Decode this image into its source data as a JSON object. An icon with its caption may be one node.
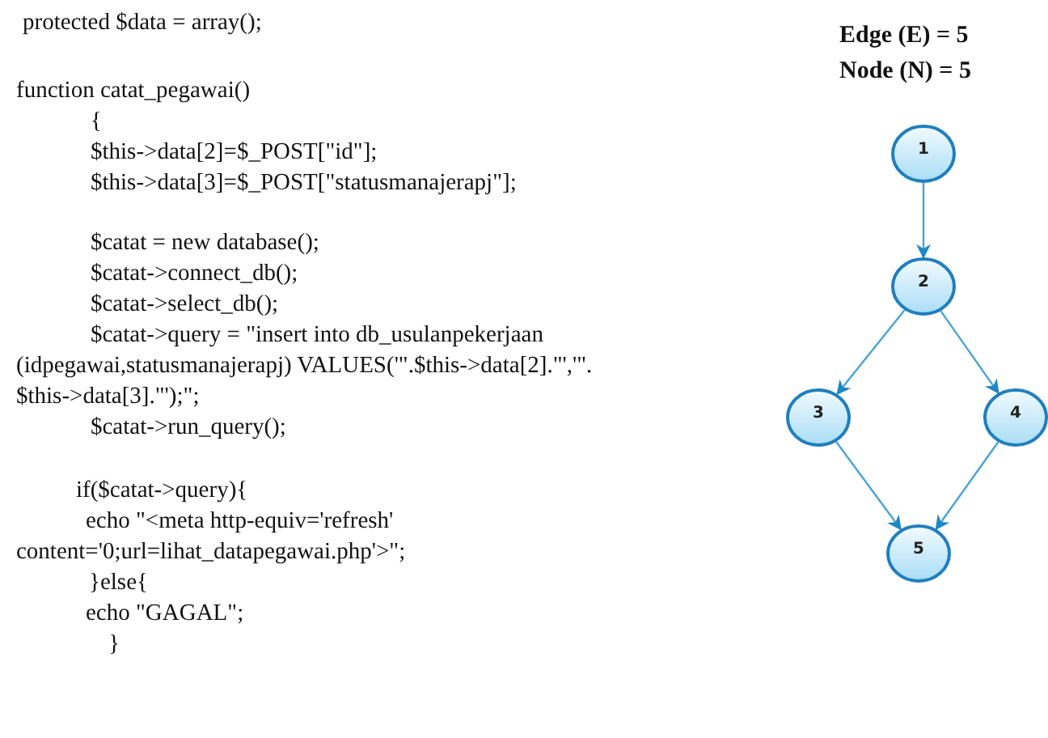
{
  "diagram": {
    "nodes": [
      {
        "text": [
          "1"
        ]
      },
      {
        "text": [
          "2"
        ]
      },
      {
        "text": [
          "3"
        ]
      },
      {
        "text": [
          "4"
        ]
      },
      {
        "text": [
          "5"
        ]
      }
    ],
    "edges": [
      {
        "from": 0,
        "to": 1,
        "arrow": "to"
      },
      {
        "from": 1,
        "to": 2,
        "arrow": "to"
      },
      {
        "from": 1,
        "to": 3,
        "arrow": "to"
      },
      {
        "from": 2,
        "to": 4,
        "arrow": "to"
      },
      {
        "from": 3,
        "to": 4,
        "arrow": "to"
      }
    ],
    "labels": [
      "protected $data = array();",
      "function catat_pegawai()",
      "{",
      "$this->data[2]=$_POST[\"id\"];",
      "$this->data[3]=$_POST[\"statusmanajerapj\"];",
      "$catat = new database();",
      "$catat->connect_db();",
      "$catat->select_db();",
      "$catat->query = \"insert into db_usulanpekerjaan",
      "(idpegawai,statusmanajerapj) VALUES('\".$this->data[2].\"','\".",
      "$this->data[3].\"');\";",
      "$catat->run_query();",
      "if($catat->query){",
      "echo \"<meta http-equiv='refresh'",
      "content='0;url=lihat_datapegawai.php'>\";",
      "}else{",
      "echo \"GAGAL\";",
      "}",
      "Edge (E) = 5",
      "Node (N) = 5"
    ]
  }
}
